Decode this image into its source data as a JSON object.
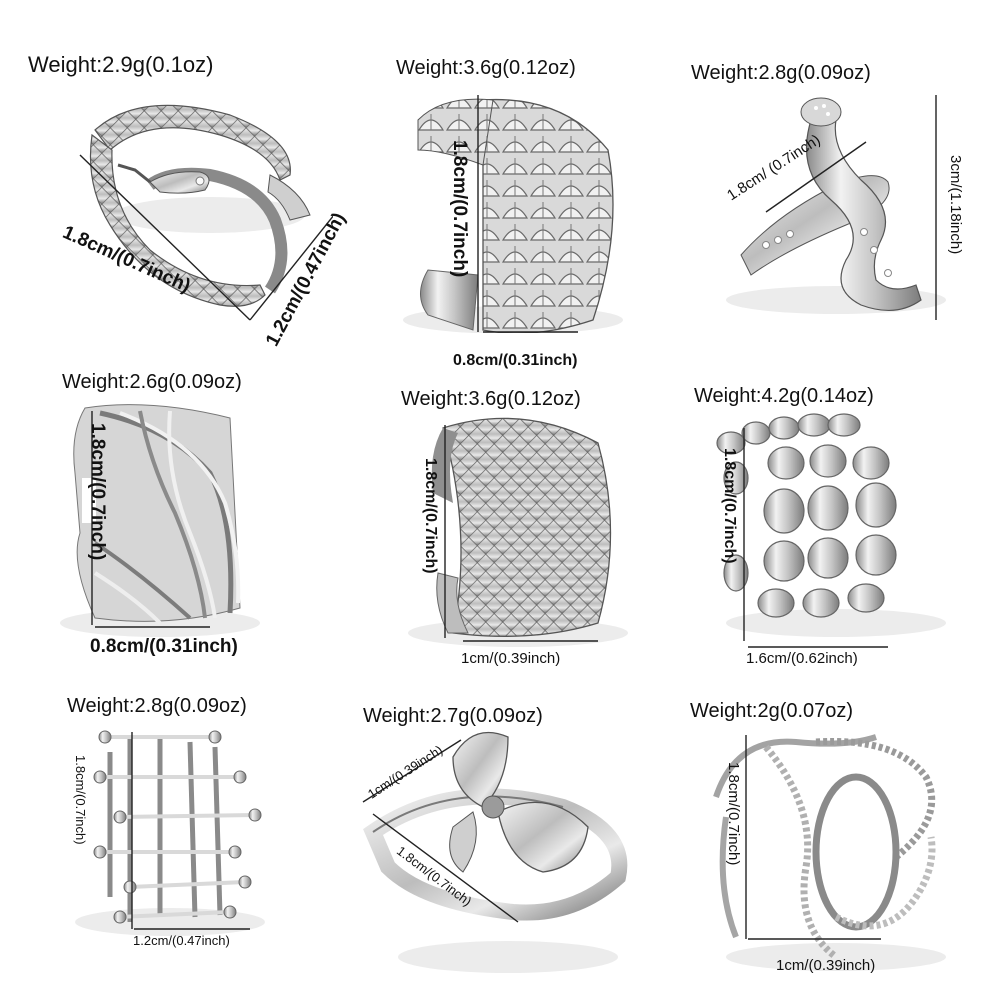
{
  "rings": [
    {
      "name": "snake-wrap-ring",
      "weight": "Weight:2.9g(0.1oz)",
      "dims": [
        "1.8cm/(0.7inch)",
        "1.2cm/(0.47inch)"
      ]
    },
    {
      "name": "leaf-ring",
      "weight": "Weight:3.6g(0.12oz)",
      "dims": [
        "1.8cm/(0.7inch)",
        "0.8cm/(0.31inch)"
      ]
    },
    {
      "name": "rhinestone-snake-ring",
      "weight": "Weight:2.8g(0.09oz)",
      "dims": [
        "1.8cm/ (0.7inch)",
        "3cm/(1.18inch)"
      ]
    },
    {
      "name": "crossover-band-ring",
      "weight": "Weight:2.6g(0.09oz)",
      "dims": [
        "1.8cm/(0.7inch)",
        "0.8cm/(0.31inch)"
      ]
    },
    {
      "name": "quilted-dome-ring",
      "weight": "Weight:3.6g(0.12oz)",
      "dims": [
        "1.8cm/(0.7inch)",
        "1cm/(0.39inch)"
      ]
    },
    {
      "name": "coin-disc-ring",
      "weight": "Weight:4.2g(0.14oz)",
      "dims": [
        "1.8cm/(0.7inch)",
        "1.6cm/(0.62inch)"
      ]
    },
    {
      "name": "barbell-lattice-ring",
      "weight": "Weight:2.8g(0.09oz)",
      "dims": [
        "1.8cm/(0.7inch)",
        "1.2cm/(0.47inch)"
      ]
    },
    {
      "name": "bow-ring",
      "weight": "Weight:2.7g(0.09oz)",
      "dims": [
        "1cm/(0.39inch)",
        "1.8cm/(0.7inch)"
      ]
    },
    {
      "name": "rope-loop-ring",
      "weight": "Weight:2g(0.07oz)",
      "dims": [
        "1.8cm/(0.7inch)",
        "1cm/(0.39inch)"
      ]
    }
  ],
  "colors": {
    "metal_light": "#eeeeee",
    "metal_mid": "#b5b5b5",
    "metal_dark": "#6f6f6f",
    "text": "#111111"
  }
}
